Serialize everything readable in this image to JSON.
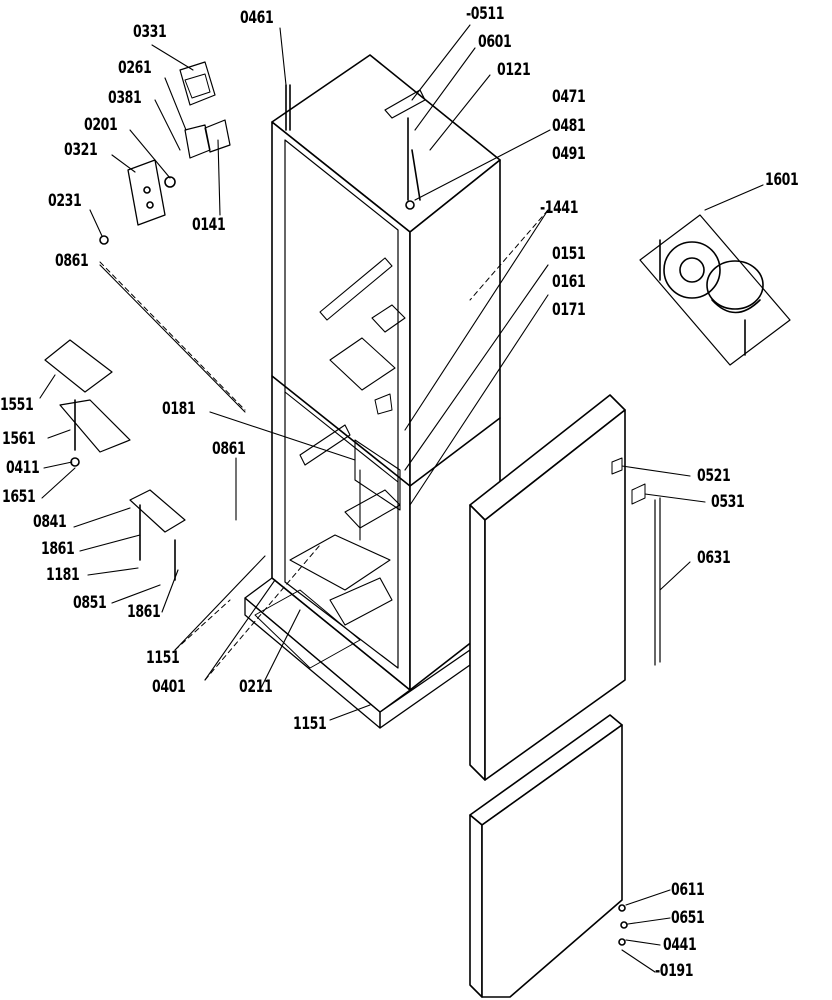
{
  "diagram": {
    "labels": {
      "l0461a": "0461",
      "l0511": "-0511",
      "l0331": "0331",
      "l0601": "0601",
      "l0121": "0121",
      "l0261": "0261",
      "l0381": "0381",
      "l0201": "0201",
      "l0321": "0321",
      "l0471": "0471",
      "l0481": "0481",
      "l0491": "0491",
      "l1601": "1601",
      "l0231": "0231",
      "l0141": "0141",
      "l1441": "-1441",
      "l0861a": "0861",
      "l0151": "0151",
      "l0161": "0161",
      "l0171": "0171",
      "l1551": "1551",
      "l0181": "0181",
      "l1561": "1561",
      "l0861b": "0861",
      "l0411": "0411",
      "l0521": "0521",
      "l1651": "1651",
      "l0531": "0531",
      "l0841": "0841",
      "l1861a": "1861",
      "l0631": "0631",
      "l1181": "1181",
      "l0851": "0851",
      "l1861b": "1861",
      "l1151a": "1151",
      "l0401": "0401",
      "l0211": "0211",
      "l1151b": "1151",
      "l0611": "0611",
      "l0651": "0651",
      "l0441": "0441",
      "l0191": "-0191"
    }
  }
}
